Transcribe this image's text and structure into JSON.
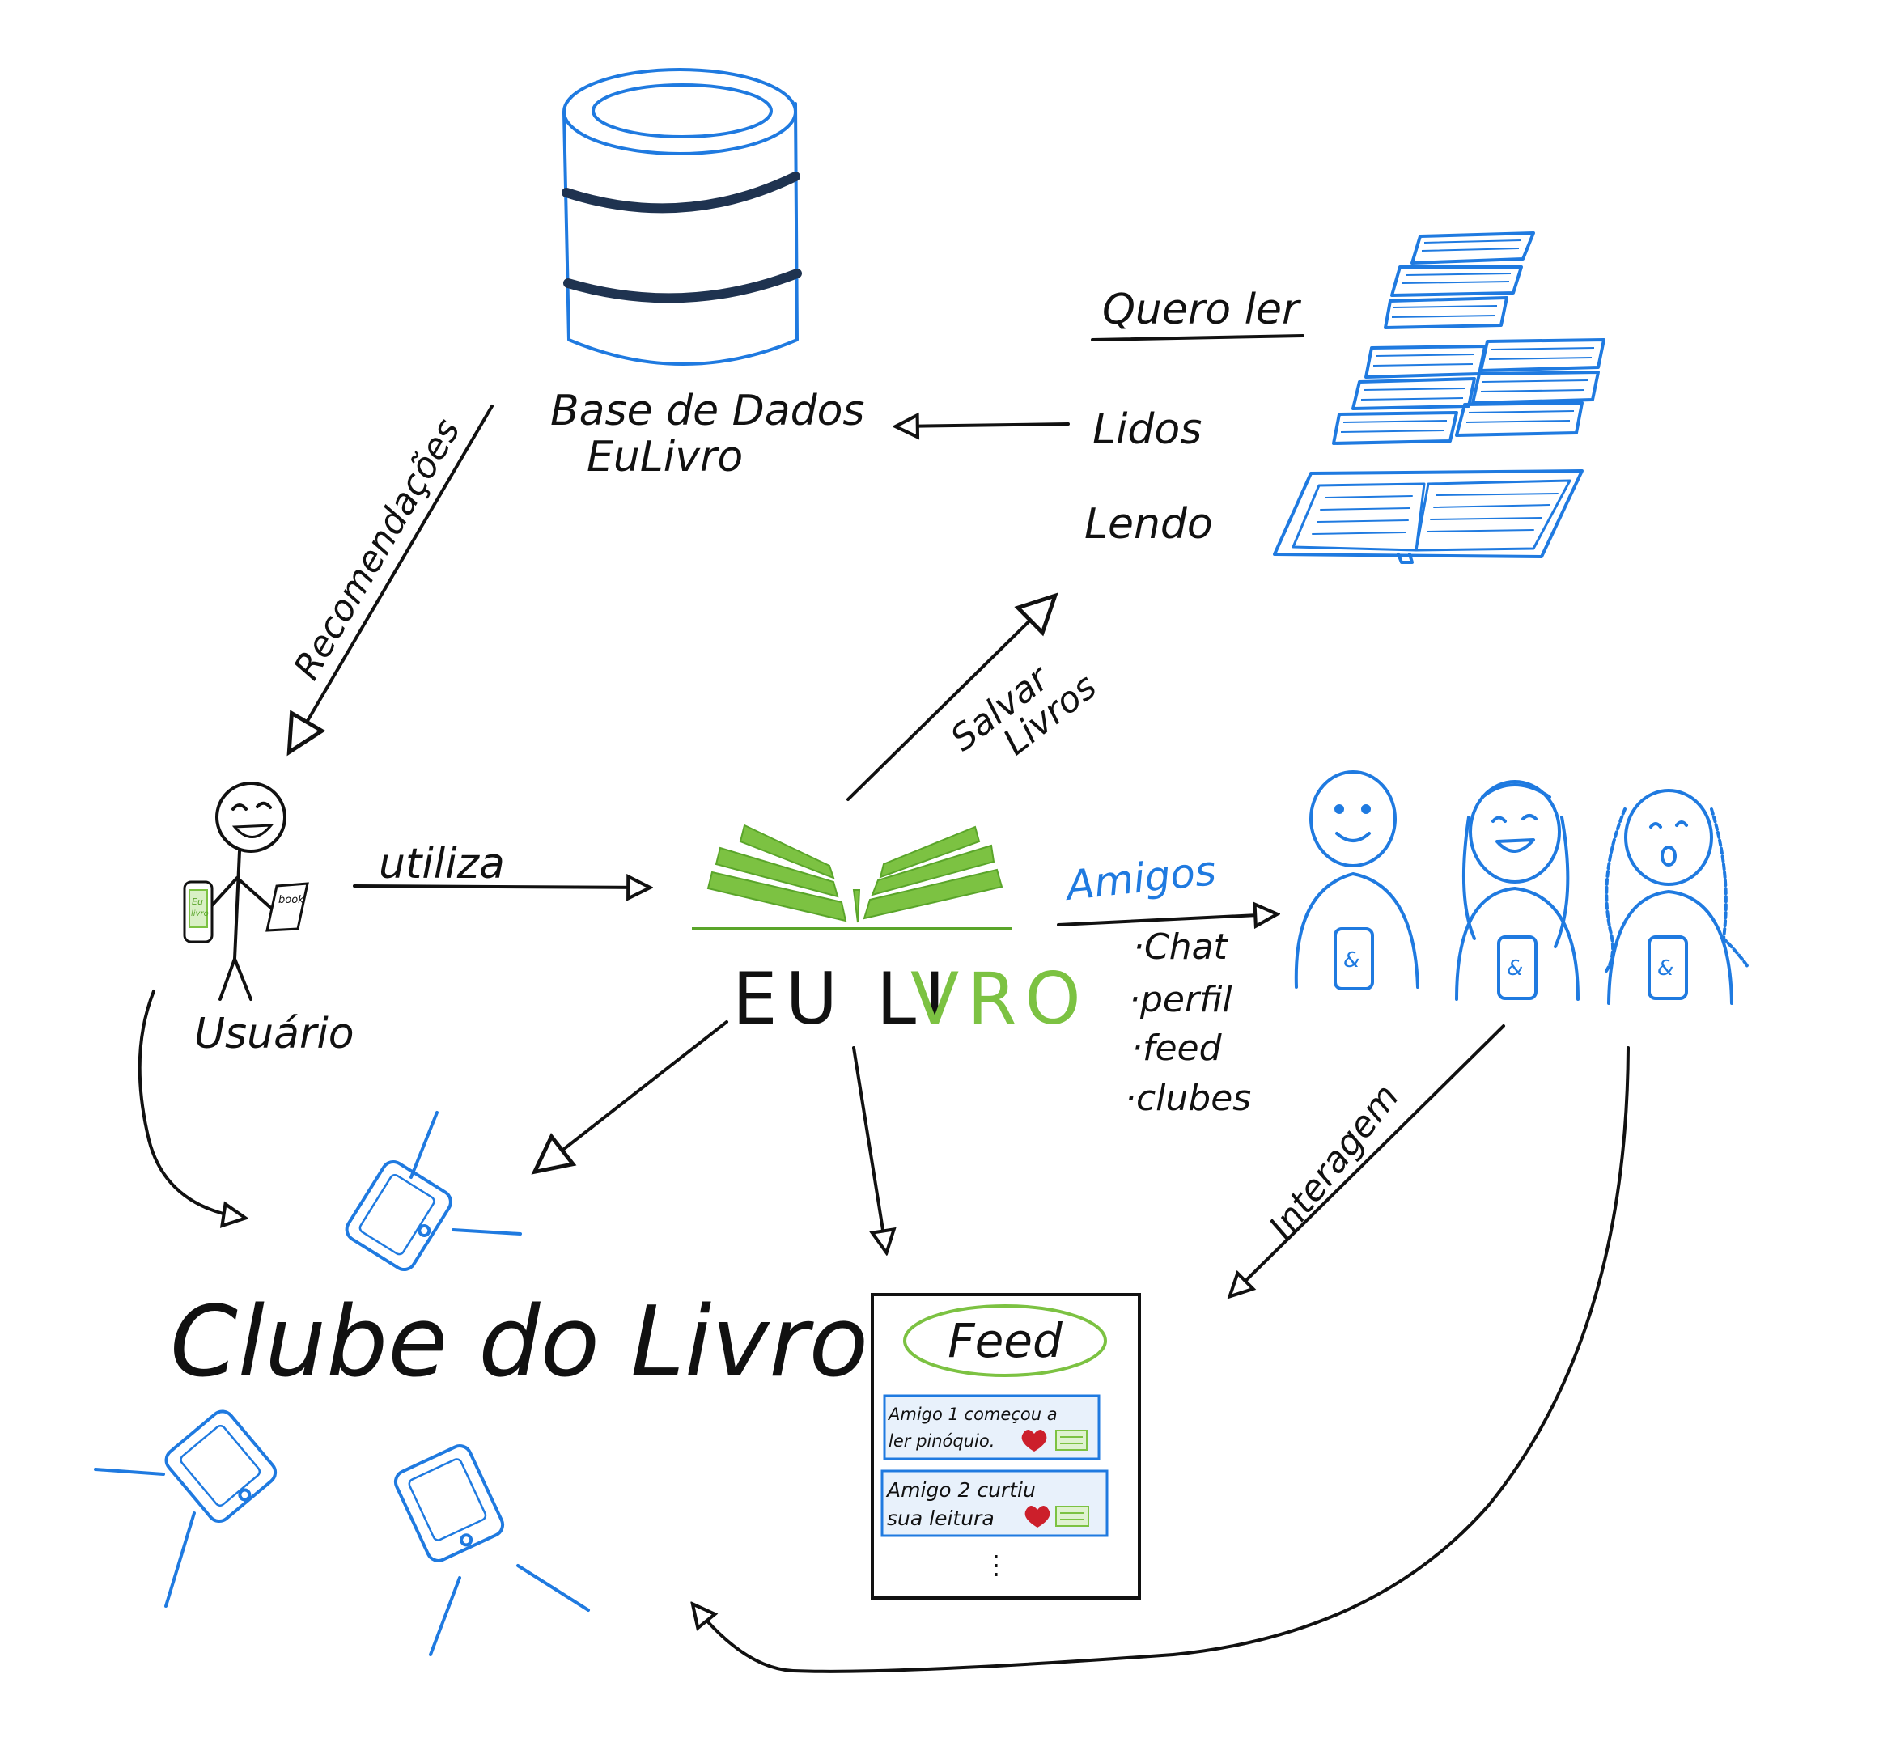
{
  "database": {
    "line1": "Base de Dados",
    "line2": "EuLivro"
  },
  "shelves": {
    "quero_ler": "Quero ler",
    "lidos": "Lidos",
    "lendo": "Lendo"
  },
  "arrows": {
    "recomendacoes": "Recomendações",
    "salvar_1": "Salvar",
    "salvar_2": "Livros",
    "utiliza": "utiliza",
    "amigos": "Amigos",
    "interagem": "Interagem"
  },
  "user": {
    "label": "Usuário",
    "book_tag": "book",
    "phone_tag_1": "Eu",
    "phone_tag_2": "livro"
  },
  "logo": {
    "part1": "EU LI",
    "part2": "VRO"
  },
  "features": [
    "·Chat",
    "·perfil",
    "·feed",
    "·clubes"
  ],
  "club": {
    "title": "Clube do Livro"
  },
  "feed": {
    "title": "Feed",
    "posts": [
      {
        "line1": "Amigo 1 começou a",
        "line2": "ler pinóquio."
      },
      {
        "line1": "Amigo 2 curtiu",
        "line2": "sua leitura"
      }
    ],
    "more": "⋮"
  },
  "colors": {
    "ink": "#111111",
    "blue": "#1f7ae0",
    "green": "#7cc242",
    "heart": "#cc1f2b"
  }
}
